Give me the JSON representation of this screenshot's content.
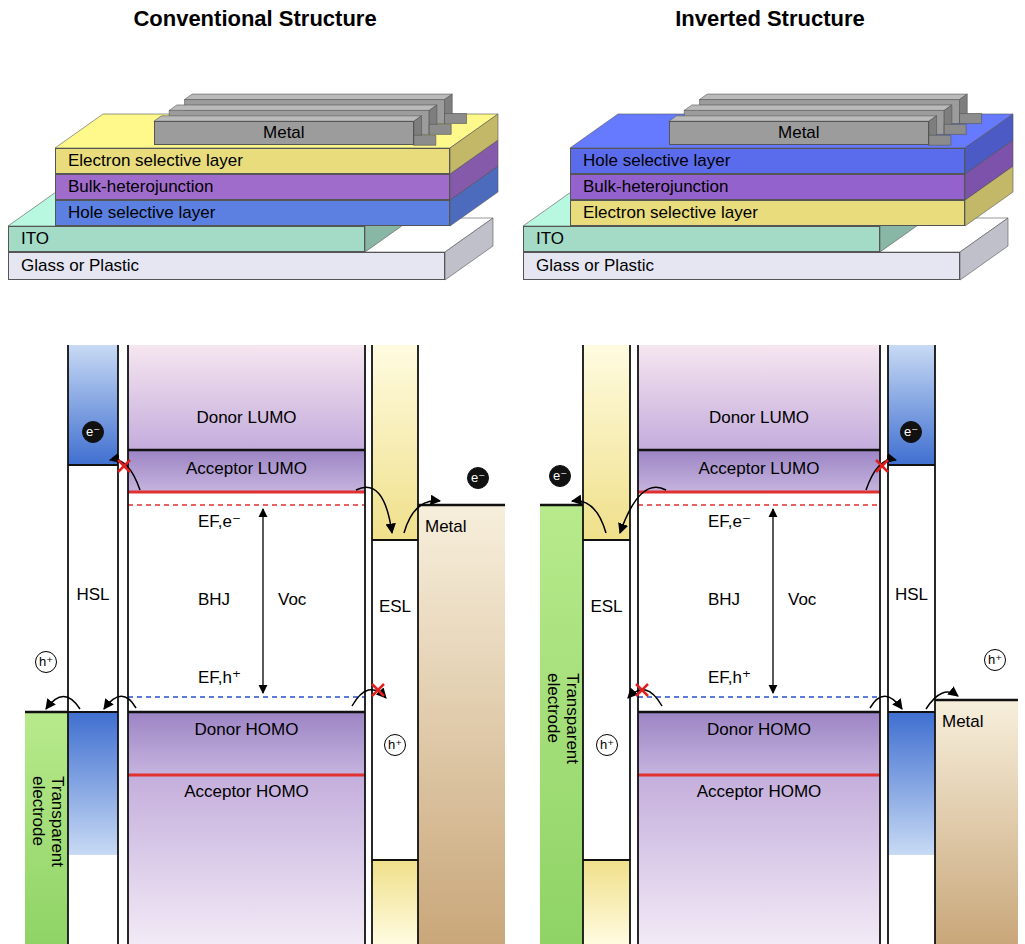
{
  "diagram": {
    "nodes": [
      {
        "text": [
          "Metal"
        ]
      },
      {
        "text": [
          "Electron selective layer"
        ]
      },
      {
        "text": [
          "Bulk-heterojunction"
        ]
      },
      {
        "text": [
          "Hole selective layer"
        ]
      },
      {
        "text": [
          "ITO"
        ]
      },
      {
        "text": [
          "Glass or Plastic"
        ]
      },
      {
        "text": [
          "Metal"
        ]
      },
      {
        "text": [
          "Hole selective layer"
        ]
      },
      {
        "text": [
          "Bulk-heterojunction"
        ]
      },
      {
        "text": [
          "Electron selective layer"
        ]
      },
      {
        "text": [
          "ITO"
        ]
      },
      {
        "text": [
          "Glass or Plastic"
        ]
      },
      {
        "text": [
          "Transparent electrode"
        ]
      },
      {
        "text": [
          "HSL"
        ]
      },
      {
        "text": [
          "Donor LUMO",
          "Acceptor LUMO",
          "EF,e⁻",
          "BHJ",
          "Voc",
          "EF,h⁺",
          "Donor HOMO",
          "Acceptor HOMO"
        ]
      },
      {
        "text": [
          "ESL"
        ]
      },
      {
        "text": [
          "Metal"
        ]
      },
      {
        "text": [
          "Transparent electrode"
        ]
      },
      {
        "text": [
          "ESL"
        ]
      },
      {
        "text": [
          "Donor LUMO",
          "Acceptor LUMO",
          "EF,e⁻",
          "BHJ",
          "Voc",
          "EF,h⁺",
          "Donor HOMO",
          "Acceptor HOMO"
        ]
      },
      {
        "text": [
          "HSL"
        ]
      },
      {
        "text": [
          "Metal"
        ]
      }
    ],
    "labels": [
      "Conventional Structure",
      "Inverted Structure",
      "e⁻",
      "e⁻",
      "h⁺",
      "h⁺",
      "e⁻",
      "e⁻",
      "h⁺",
      "h⁺"
    ]
  }
}
